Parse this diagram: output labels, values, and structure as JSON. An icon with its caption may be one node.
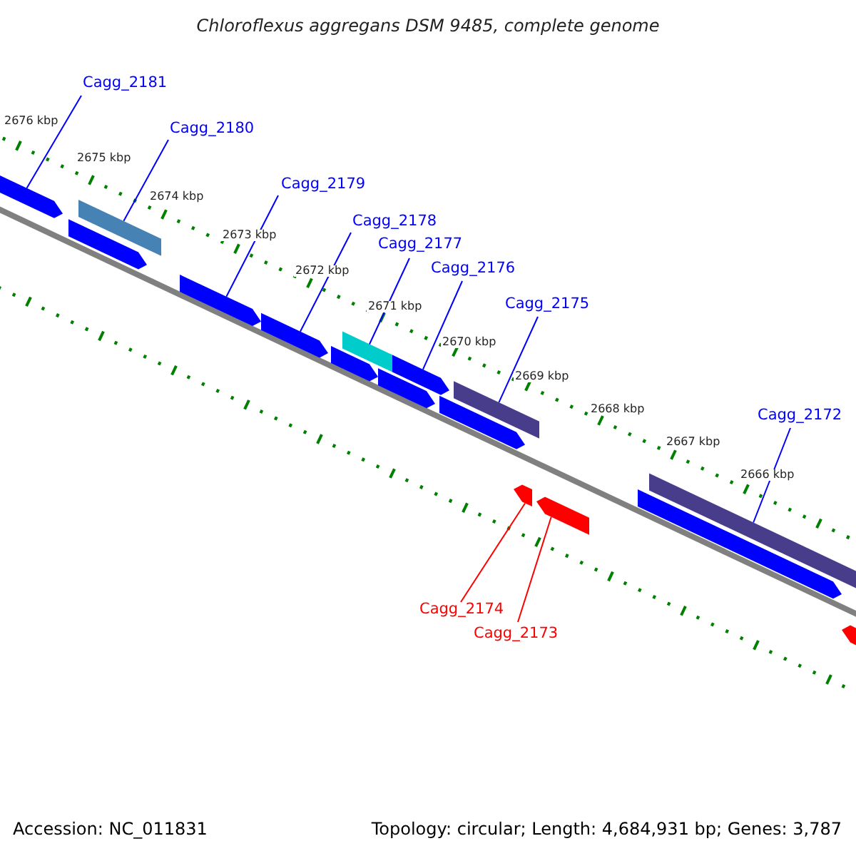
{
  "diagram": {
    "title": "Chloroflexus aggregans DSM 9485, complete genome",
    "nodes": [
      {
        "text": [
          "Cagg_2181"
        ]
      },
      {
        "text": [
          "Cagg_2180"
        ]
      },
      {
        "text": [
          "Cagg_2179"
        ]
      },
      {
        "text": [
          "Cagg_2178"
        ]
      },
      {
        "text": [
          "Cagg_2177"
        ]
      },
      {
        "text": [
          "Cagg_2176"
        ]
      },
      {
        "text": [
          "Cagg_2175"
        ]
      },
      {
        "text": [
          "Cagg_2172"
        ]
      },
      {
        "text": [
          "Cagg_2174"
        ]
      },
      {
        "text": [
          "Cagg_2173"
        ]
      },
      {
        "text": [],
        "shape": "bar"
      },
      {
        "text": [],
        "shape": "bar"
      },
      {
        "text": [],
        "shape": "bar"
      },
      {
        "text": [],
        "shape": "bar"
      },
      {
        "text": [],
        "shape": "bar"
      },
      {
        "text": [],
        "shape": "bar"
      },
      {
        "text": [],
        "shape": "bar"
      },
      {
        "text": [],
        "shape": "bar"
      },
      {
        "text": [],
        "shape": "bar"
      },
      {
        "text": [],
        "shape": "bar"
      },
      {
        "text": [],
        "shape": "bar"
      },
      {
        "text": [],
        "shape": "bar"
      },
      {
        "text": [],
        "shape": "bar"
      },
      {
        "text": [],
        "shape": "bar"
      },
      {
        "text": [],
        "shape": "bar"
      },
      {
        "text": [],
        "shape": "bar"
      }
    ],
    "edges": [
      {
        "from": 0,
        "to": 10,
        "arrow": "none"
      },
      {
        "from": 1,
        "to": 12,
        "arrow": "none"
      },
      {
        "from": 2,
        "to": 13,
        "arrow": "none"
      },
      {
        "from": 3,
        "to": 14,
        "arrow": "none"
      },
      {
        "from": 4,
        "to": 16,
        "arrow": "none"
      },
      {
        "from": 5,
        "to": 18,
        "arrow": "none"
      },
      {
        "from": 6,
        "to": 20,
        "arrow": "none"
      },
      {
        "from": 7,
        "to": 24,
        "arrow": "none"
      },
      {
        "from": 8,
        "to": 21,
        "arrow": "none",
        "color": "#ff0000"
      },
      {
        "from": 9,
        "to": 22,
        "arrow": "none",
        "color": "#ff0000"
      }
    ],
    "labels": [
      "2676 kbp",
      "2675 kbp",
      "2674 kbp",
      "2673 kbp",
      "2672 kbp",
      "2671 kbp",
      "2670 kbp",
      "2669 kbp",
      "2668 kbp",
      "2667 kbp",
      "2666 kbp",
      "Accession: NC_011831",
      "Topology: circular; Length: 4,684,931 bp; Genes: 3,787"
    ]
  }
}
